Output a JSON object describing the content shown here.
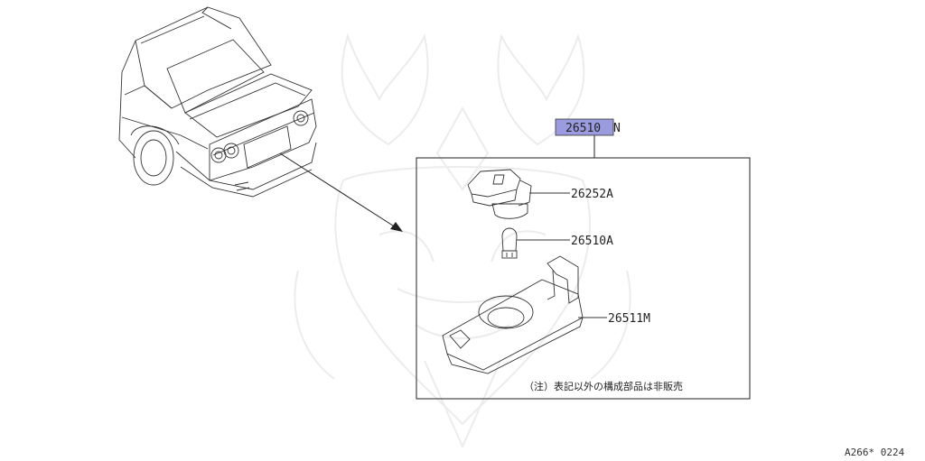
{
  "diagram": {
    "callouts": [
      {
        "id": "main",
        "number": "26510",
        "suffix": "N"
      },
      {
        "id": "socket",
        "text": "26252A"
      },
      {
        "id": "bulb",
        "text": "26510A"
      },
      {
        "id": "housing",
        "text": "26511M"
      }
    ],
    "note": "（注）表記以外の構成部品は非販売",
    "figure_code": "A266* 0224"
  },
  "colors": {
    "highlight": "#9b9be0",
    "line": "#222222",
    "watermark": "#ececec"
  }
}
